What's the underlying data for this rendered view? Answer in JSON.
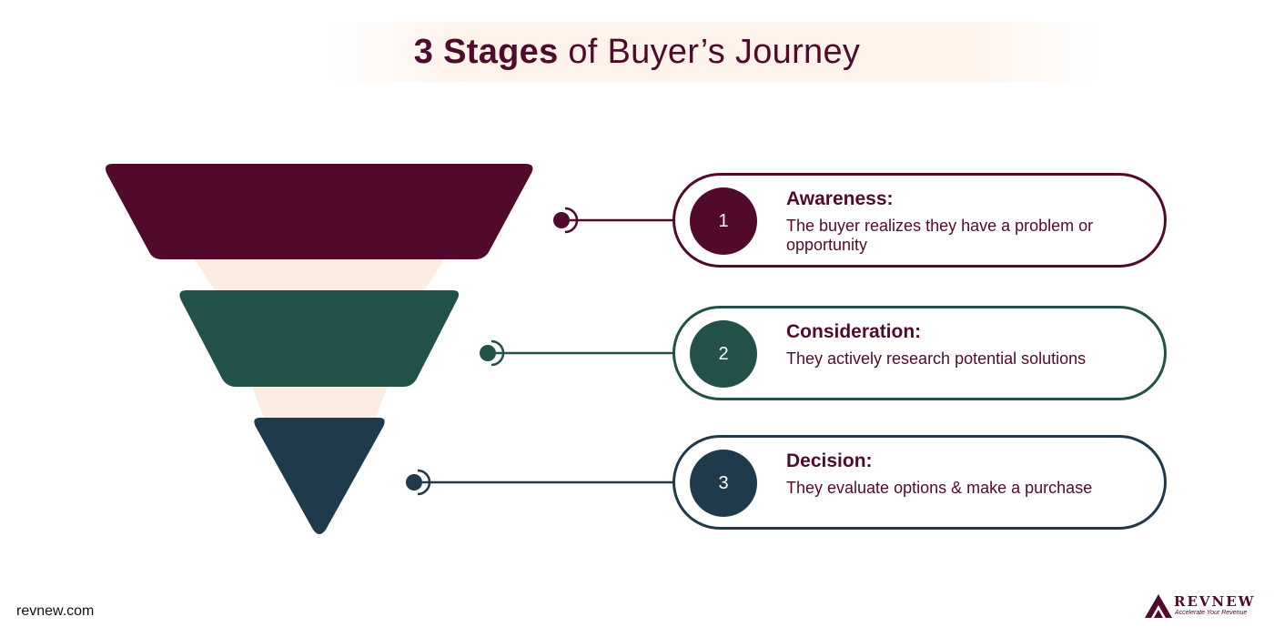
{
  "title": {
    "bold": "3 Stages",
    "rest": " of Buyer’s Journey"
  },
  "colors": {
    "maroon": "#520a2c",
    "green": "#22514a",
    "navy": "#1f3a4b",
    "cream": "#fbeee0"
  },
  "stages": [
    {
      "number": "1",
      "title": "Awareness:",
      "description": "The buyer realizes they have a problem or opportunity"
    },
    {
      "number": "2",
      "title": "Consideration:",
      "description": "They actively research potential solutions"
    },
    {
      "number": "3",
      "title": "Decision:",
      "description": "They evaluate options & make a purchase"
    }
  ],
  "footer": {
    "site": "revnew.com"
  },
  "logo": {
    "name": "REVNEW",
    "tagline": "Accelerate Your Revenue",
    "icon": "mountain-logo-icon"
  }
}
